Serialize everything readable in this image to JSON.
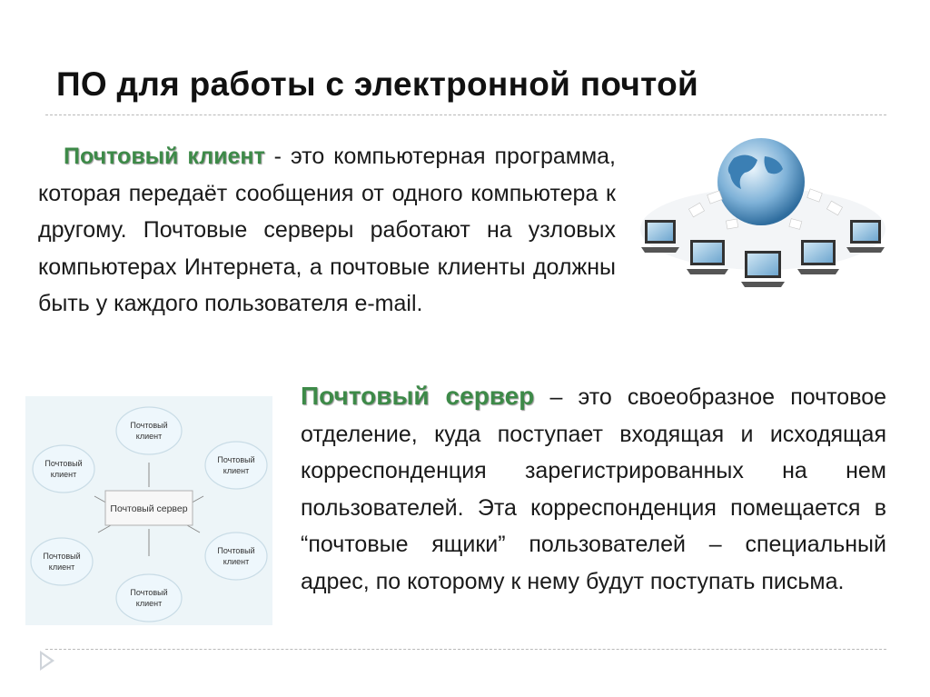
{
  "slide": {
    "title": "ПО для работы с электронной почтой",
    "paragraph1": {
      "term": "Почтовый клиент",
      "text": " - это компьютерная программа, которая передаёт сообщения от одного компьютера к другому. Почтовые серверы работают на узловых компьютерах Интернета, а почтовые клиенты должны быть у каждого пользователя e-mail."
    },
    "paragraph2": {
      "term": "Почтовый сервер",
      "text": " – это своеобразное почтовое отделение, куда поступает входящая и исходящая корреспонденция зарегистрированных на нем пользователей. Эта корреспонденция помещается в “почтовые ящики” пользователей – специальный адрес, по которому к нему будут поступать письма."
    },
    "diagram": {
      "center": "Почтовый сервер",
      "node_top": [
        "Почтовый",
        "клиент"
      ],
      "node_left_top": [
        "Почтовый",
        "клиент"
      ],
      "node_right_top": [
        "Почтовый",
        "клиент"
      ],
      "node_left_bottom": [
        "Почтовый",
        "клиент"
      ],
      "node_right_bottom": [
        "Почтовый",
        "клиент"
      ],
      "node_bottom": [
        "Почтовый",
        "клиент"
      ]
    }
  },
  "colors": {
    "term": "#3d8a48",
    "diagram_bg": "#edf5f8",
    "node_fill": "#eef7fc",
    "node_stroke": "#c9dce6"
  },
  "icons": [
    "globe-network-illustration",
    "next-slide-arrow-icon"
  ]
}
